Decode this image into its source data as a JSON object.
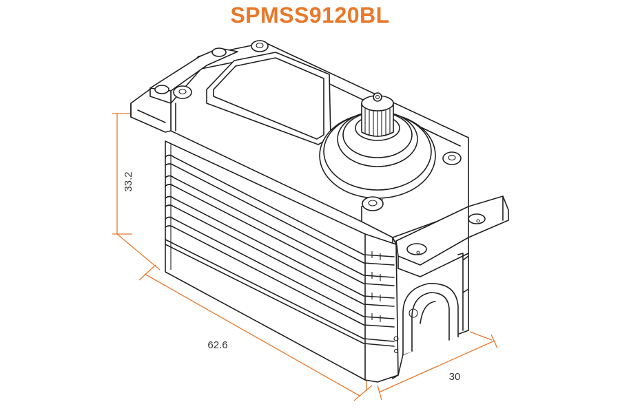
{
  "title": "SPMSS9120BL",
  "dimensions": {
    "height": "33.2",
    "length": "62.6",
    "width": "30"
  },
  "colors": {
    "accent": "#e8782a",
    "line": "#1f1f1f"
  }
}
